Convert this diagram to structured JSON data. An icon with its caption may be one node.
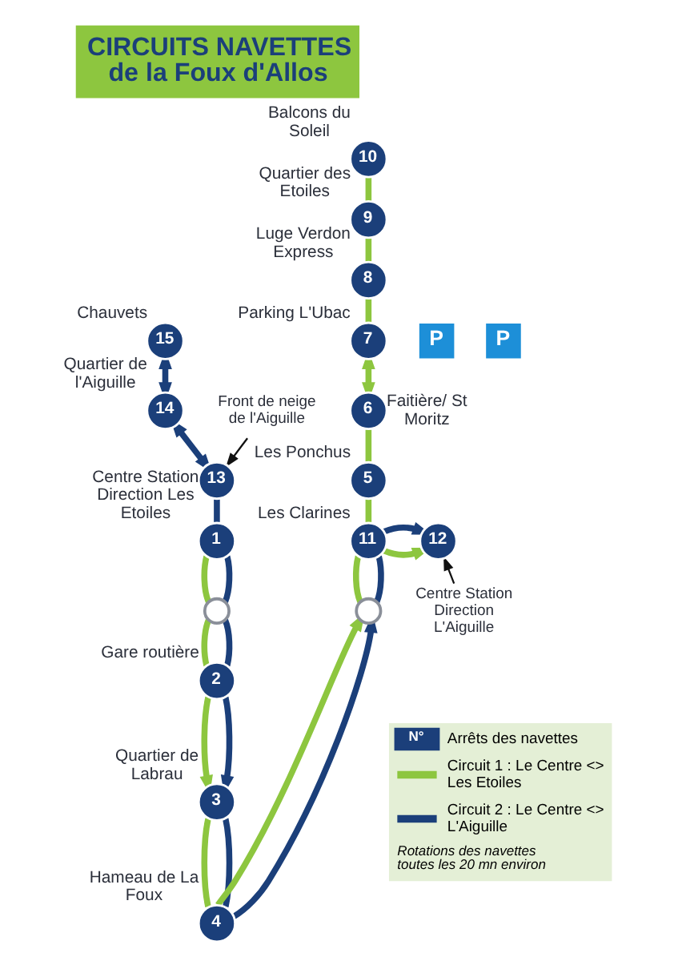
{
  "diagram": {
    "title": "CIRCUITS NAVETTES de la Foux d'Allos",
    "nodes": [
      {
        "text": [
          "10"
        ],
        "beside": [
          "Balcons du Soleil"
        ]
      },
      {
        "text": [
          "9"
        ],
        "beside": [
          "Quartier des Etoiles"
        ]
      },
      {
        "text": [
          "8"
        ],
        "beside": [
          "Luge Verdon Express"
        ]
      },
      {
        "text": [
          "15"
        ],
        "beside": [
          "Chauvets"
        ]
      },
      {
        "text": [
          "P"
        ]
      },
      {
        "text": [
          "P"
        ]
      },
      {
        "text": [
          "7"
        ],
        "beside": [
          "Parking L'Ubac"
        ]
      },
      {
        "text": [
          "6"
        ],
        "beside": [
          "Faitière/ St Moritz"
        ]
      },
      {
        "text": [
          "Front de neige de l'Aiguille"
        ]
      },
      {
        "text": [
          "14"
        ],
        "beside": [
          "Quartier de l'Aiguille"
        ]
      },
      {
        "text": [
          "13"
        ]
      },
      {
        "text": [
          "5"
        ],
        "beside": [
          "Les Ponchus"
        ]
      },
      {
        "text": [
          "12"
        ]
      },
      {
        "text": [
          "11"
        ],
        "beside": [
          "Les Clarines"
        ]
      },
      {
        "text": [
          "1"
        ],
        "beside": [
          "Centre Station Direction Les Etoiles"
        ]
      },
      {
        "text": [
          "Centre Station Direction L'Aiguille"
        ]
      },
      {
        "text": [],
        "shape": "circle"
      },
      {
        "text": [],
        "shape": "circle"
      },
      {
        "text": [
          "2"
        ],
        "beside": [
          "Gare routière"
        ]
      },
      {
        "text": [
          "3"
        ],
        "beside": [
          "Quartier de Labrau"
        ]
      },
      {
        "text": [
          "4"
        ],
        "beside": [
          "Hameau de La Foux"
        ]
      }
    ],
    "edges": [
      {
        "from": 0,
        "to": 1,
        "arrow": "none"
      },
      {
        "from": 1,
        "to": 2,
        "arrow": "none"
      },
      {
        "from": 2,
        "to": 6,
        "arrow": "none"
      },
      {
        "from": 6,
        "to": 7,
        "arrow": "both"
      },
      {
        "from": 7,
        "to": 11,
        "arrow": "none"
      },
      {
        "from": 11,
        "to": 13,
        "arrow": "none"
      },
      {
        "from": 13,
        "to": 17,
        "arrow": "none"
      },
      {
        "from": 14,
        "to": 16,
        "arrow": "none"
      },
      {
        "from": 16,
        "to": 18,
        "arrow": "none"
      },
      {
        "from": 18,
        "to": 19,
        "arrow": "to"
      },
      {
        "from": 19,
        "to": 20,
        "arrow": "none"
      },
      {
        "from": 20,
        "to": 17,
        "arrow": "to"
      },
      {
        "from": 13,
        "to": 12,
        "arrow": "to"
      },
      {
        "from": 3,
        "to": 9,
        "arrow": "both",
        "color": "#1b3f7a"
      },
      {
        "from": 9,
        "to": 10,
        "arrow": "both",
        "color": "#1b3f7a"
      },
      {
        "from": 10,
        "to": 14,
        "arrow": "none",
        "color": "#1b3f7a"
      },
      {
        "from": 14,
        "to": 16,
        "arrow": "none",
        "color": "#1b3f7a"
      },
      {
        "from": 16,
        "to": 18,
        "arrow": "none",
        "color": "#1b3f7a"
      },
      {
        "from": 18,
        "to": 19,
        "arrow": "to",
        "color": "#1b3f7a"
      },
      {
        "from": 19,
        "to": 20,
        "arrow": "none",
        "color": "#1b3f7a"
      },
      {
        "from": 20,
        "to": 17,
        "arrow": "to",
        "color": "#1b3f7a"
      },
      {
        "from": 17,
        "to": 13,
        "arrow": "none",
        "color": "#1b3f7a"
      },
      {
        "from": 13,
        "to": 12,
        "arrow": "to",
        "color": "#1b3f7a"
      },
      {
        "from": 8,
        "to": 10,
        "arrow": "to",
        "color": "#111111"
      },
      {
        "from": 15,
        "to": 12,
        "arrow": "to",
        "color": "#111111"
      }
    ],
    "labels": [
      "N°",
      "Rotations des navettes toutes les 20 mn environ"
    ],
    "legend": [
      {
        "text": "Arrêts des navettes"
      },
      {
        "text": "Circuit 1 : Le Centre <> Les Etoiles",
        "color": "#8dc63f"
      },
      {
        "text": "Circuit 2 : Le Centre <> L'Aiguille",
        "color": "#1b3f7a"
      }
    ]
  }
}
